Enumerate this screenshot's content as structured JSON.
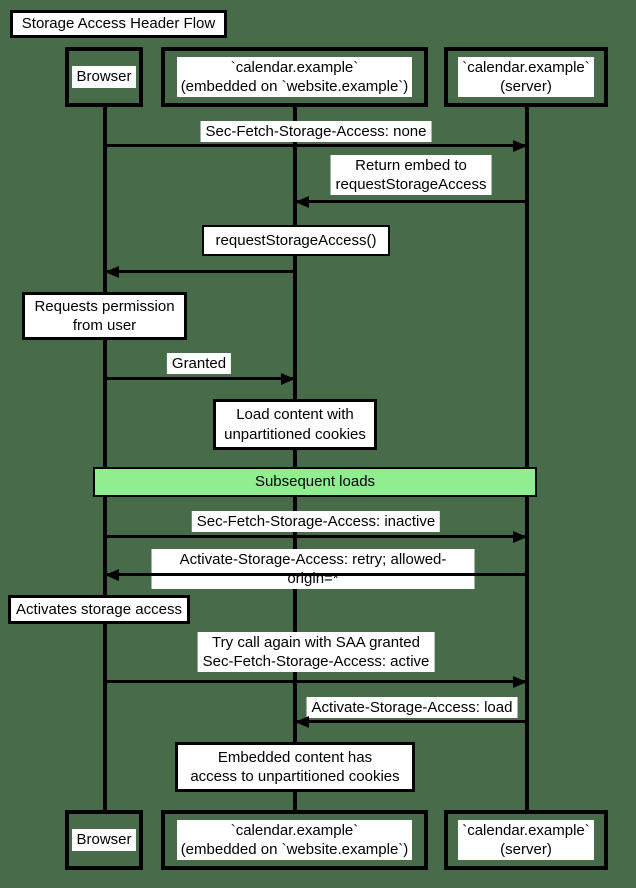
{
  "title": "Storage Access Header Flow",
  "colors": {
    "background": "#486B4A",
    "band_fill": "#90EE90",
    "line": "#000000",
    "label_bg": "#FFFFFF",
    "text": "#000000"
  },
  "participants": {
    "browser": "Browser",
    "embed": "`calendar.example`\n(embedded on `website.example`)",
    "server": "`calendar.example`\n(server)"
  },
  "messages": [
    {
      "label": "Sec-Fetch-Storage-Access: none",
      "from": "browser",
      "to": "server"
    },
    {
      "label": "Return embed to\nrequestStorageAccess",
      "from": "server",
      "to": "embed"
    },
    {
      "label": "",
      "from": "embed",
      "to": "browser"
    },
    {
      "label": "Granted",
      "from": "browser",
      "to": "embed"
    },
    {
      "label": "Sec-Fetch-Storage-Access: inactive",
      "from": "browser",
      "to": "server"
    },
    {
      "label": "Activate-Storage-Access: retry; allowed-origin=*",
      "from": "server",
      "to": "browser"
    },
    {
      "label": "Try call again with SAA granted\nSec-Fetch-Storage-Access: active",
      "from": "browser",
      "to": "server"
    },
    {
      "label": "Activate-Storage-Access: load",
      "from": "server",
      "to": "embed"
    }
  ],
  "notes": [
    {
      "text": "requestStorageAccess()",
      "over": "embed"
    },
    {
      "text": "Requests permission\nfrom user",
      "over": "browser"
    },
    {
      "text": "Load content with\nunpartitioned cookies",
      "over": "embed"
    },
    {
      "text": "Activates storage access",
      "over": "browser"
    },
    {
      "text": "Embedded content has\naccess to unpartitioned cookies",
      "over": "embed"
    }
  ],
  "band": {
    "label": "Subsequent loads"
  }
}
